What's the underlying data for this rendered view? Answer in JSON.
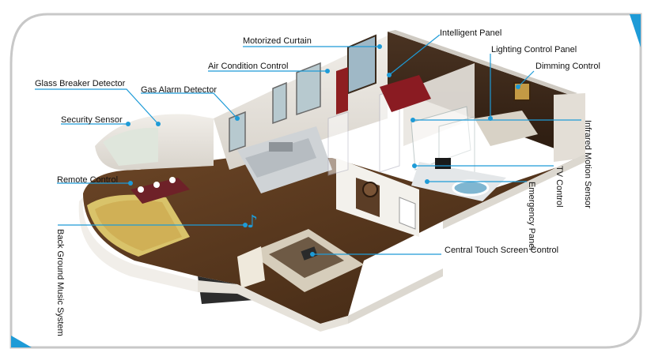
{
  "labels": {
    "motorized_curtain": "Motorized Curtain",
    "intelligent_panel": "Intelligent Panel",
    "lighting_control_panel": "Lighting Control Panel",
    "air_condition_control": "Air Condition Control",
    "dimming_control": "Dimming Control",
    "glass_breaker_detector": "Glass Breaker Detector",
    "gas_alarm_detector": "Gas Alarm Detector",
    "security_sensor": "Security Sensor",
    "infrared_motion_sensor": "Infrared Motion Sensor",
    "remote_control": "Remote Control",
    "tv_control": "TV Control",
    "emergency_panel": "Emergency Panel",
    "central_touch_screen_control": "Central Touch Screen Control",
    "background_music_system": "Back Ground Music System"
  },
  "colors": {
    "leader_line": "#1e9bd7",
    "frame_shadow": "#b8b8b8",
    "floor": "#5a3820",
    "wall": "#e9e6e0",
    "carpet": "#d9c36a"
  }
}
